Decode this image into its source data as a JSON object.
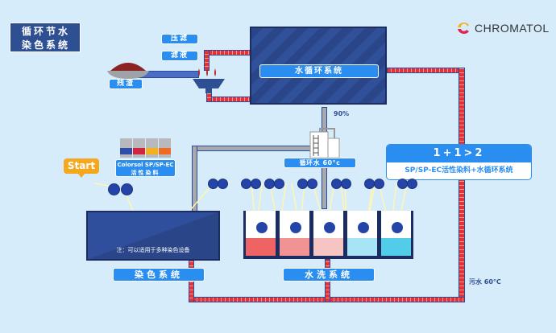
{
  "title": {
    "line1": "循环节水",
    "line2": "染色系统"
  },
  "logo": {
    "text": "CHROMATOL",
    "icon": "chromatol-logo-icon"
  },
  "labels": {
    "press_filter": "压滤",
    "filtrate": "滤液",
    "residue": "残渣",
    "water_cycle_system": "水循环系统",
    "recovery_rate": "90%",
    "circulating_water": "循环水 60°c",
    "start": "Start",
    "dye_product_line1": "Colorsol SP/SP-EC",
    "dye_product_line2": "活性染料",
    "note": "注：可以适用于多种染色设备",
    "dyeing_system": "染色系统",
    "washing_system": "水洗系统",
    "waste_water": "污水 60°C"
  },
  "highlight": {
    "headline": "1+1>2",
    "subtitle": "SP/SP-EC活性染料+水循环系统"
  },
  "wash_tanks": [
    {
      "color": "#ee6464"
    },
    {
      "color": "#f29393"
    },
    {
      "color": "#f7c4c4"
    },
    {
      "color": "#a7e4f5"
    },
    {
      "color": "#52cde9"
    }
  ],
  "colors": {
    "brand_blue": "#2a8ef0",
    "navy": "#2f4f93",
    "pipe_red": "#e53438",
    "background": "#d6ecfb"
  }
}
